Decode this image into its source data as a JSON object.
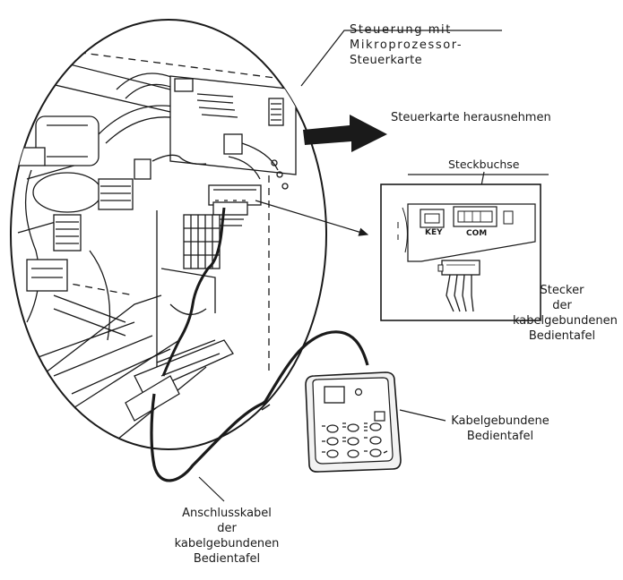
{
  "labels": {
    "controller": [
      "Steuerung  mit",
      "Mikroprozessor-",
      "Steuerkarte"
    ],
    "remove_board": "Steuerkarte herausnehmen",
    "socket": "Steckbuchse",
    "port_key": "KEY",
    "port_com": "COM",
    "connector": [
      "Stecker",
      "der",
      "kabelgebundenen",
      "Bedientafel"
    ],
    "panel": [
      "Kabelgebundene",
      "Bedientafel"
    ],
    "cable": [
      "Anschlusskabel",
      "der",
      "kabelgebundenen",
      "Bedientafel"
    ]
  }
}
